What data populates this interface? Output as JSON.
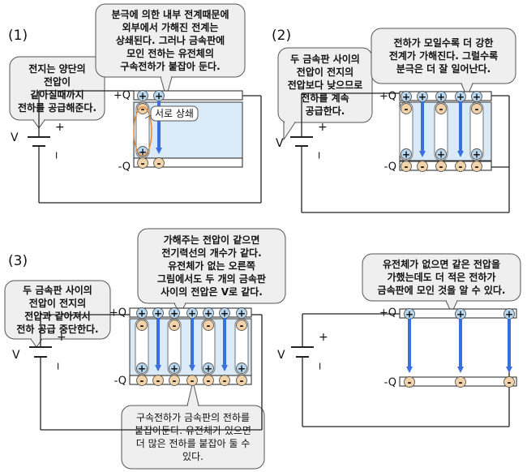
{
  "panels": {
    "p1": {
      "number": "(1)",
      "battery_bubble": [
        "전지는 양단의",
        "전압이",
        "같아질때까지",
        "전하를 공급해준다."
      ],
      "top_bubble": [
        "분극에 의한 내부 전계때문에",
        "외부에서 가해진 전계는",
        "상쇄된다. 그러나 금속판에",
        "모인 전하는 유전체의",
        "구속전하가 붙잡아 둔다."
      ],
      "cancel_label": "서로 상쇄"
    },
    "p2": {
      "number": "(2)",
      "left_bubble": [
        "두 금속판 사이의",
        "전압이 전지의",
        "전압보다 낮으므로",
        "전하를 계속",
        "공급한다."
      ],
      "top_bubble": [
        "전하가 모일수록 더 강한",
        "전계가 가해진다. 그럴수록",
        "분극은 더 잘 일어난다."
      ]
    },
    "p3": {
      "number": "(3)",
      "left_bubble": [
        "두 금속판 사이의",
        "전압이 전지의",
        "전압과 같아져서",
        "전하 공급 중단한다."
      ],
      "top_bubble": [
        "가해주는 전압이 같으면",
        "전기력선의 개수가 같다.",
        "유전체가 없는 오른쪽",
        "그림에서도 두 개의 금속판",
        "사이의 전압은 V로 같다."
      ],
      "bottom_bubble": [
        "구속전하가 금속판의 전하를",
        "붙잡아둔다. 유전체가 있으면",
        "더 많은 전하를 붙잡아 둘 수",
        "있다."
      ]
    },
    "p4": {
      "top_bubble": [
        "유전체가 없으면 같은 전압을",
        "가했는데도 더 적은 전하가",
        "금속판에 모인 것을 알 수 있다."
      ]
    }
  },
  "labels": {
    "plus_q": "+Q",
    "minus_q": "-Q",
    "voltage": "V",
    "battery_plus": "+",
    "battery_minus": "I",
    "plus_sign": "+",
    "minus_sign": "-"
  },
  "colors": {
    "field_arrow": "#3a6fe0",
    "dielectric_fill": "#dbeaf7",
    "positive_charge": "#b8d7ee",
    "negative_charge": "#f2d2a8",
    "bubble_fill": "#efefef",
    "highlight_ring": "#e08a3c"
  }
}
